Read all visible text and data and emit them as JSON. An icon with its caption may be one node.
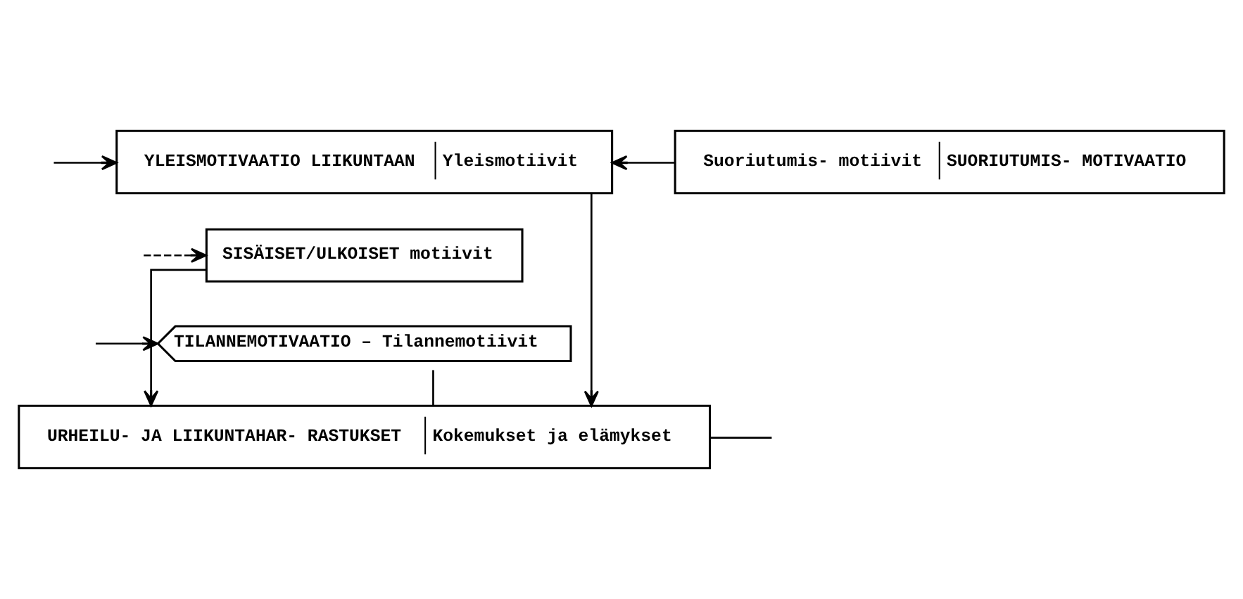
{
  "diagram": {
    "nodes": [
      {
        "text": [
          "Suoriutumis- motiivit",
          "SUORIUTUMIS- MOTIVAATIO"
        ]
      },
      {
        "text": [
          "YLEISMOTIVAATIO LIIKUNTAAN",
          "Yleismotiivit"
        ]
      },
      {
        "text": [
          "SISÄISET/ULKOISET motiivit"
        ]
      },
      {
        "text": [
          "TILANNEMOTIVAATIO – Tilannemotiivit"
        ]
      },
      {
        "text": [
          "URHEILU- JA LIIKUNTAHAR- RASTUKSET",
          "Kokemukset ja elämykset"
        ]
      }
    ],
    "edges": [
      {
        "from": 0,
        "to": 1,
        "arrow": "to"
      },
      {
        "from": 1,
        "to": 4,
        "arrow": "to"
      },
      {
        "from": 2,
        "to": 4,
        "arrow": "to"
      },
      {
        "from": 3,
        "to": 4,
        "arrow": "none"
      },
      {
        "from": null,
        "to": 1,
        "arrow": "to"
      },
      {
        "from": null,
        "to": 2,
        "arrow": "to",
        "style": "dashed"
      },
      {
        "from": null,
        "to": 3,
        "arrow": "to"
      },
      {
        "from": 4,
        "to": null,
        "arrow": "none"
      }
    ]
  }
}
